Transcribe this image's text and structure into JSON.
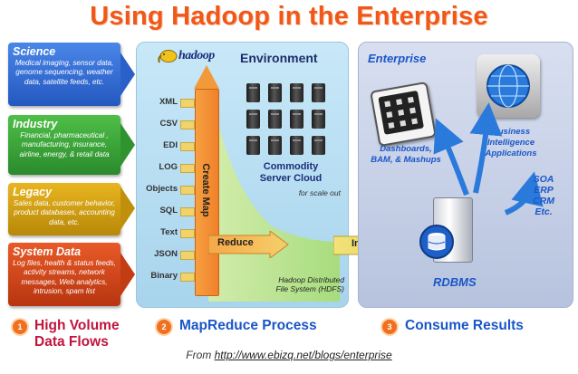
{
  "title": "Using Hadoop in the Enterprise",
  "sources": [
    {
      "heading": "Science",
      "body": "Medical imaging, sensor data, genome sequencing, weather data, satellite feeds, etc."
    },
    {
      "heading": "Industry",
      "body": "Financial, pharmaceutical , manufacturing, insurance, airline, energy, & retail data"
    },
    {
      "heading": "Legacy",
      "body": "Sales data, customer behavior, product databases, accounting data, etc."
    },
    {
      "heading": "System Data",
      "body": "Log files, health & status feeds, activity streams, network messages, Web analytics, intrusion, spam list"
    }
  ],
  "hadoop": {
    "logo": "hadoop",
    "environment": "Environment",
    "inputs": [
      "XML",
      "CSV",
      "EDI",
      "LOG",
      "Objects",
      "SQL",
      "Text",
      "JSON",
      "Binary"
    ],
    "create_map": "Create Map",
    "reduce": "Reduce",
    "cloud_title": "Commodity\nServer Cloud",
    "cloud_sub": "for scale out",
    "hdfs": "Hadoop Distributed\nFile System (HDFS)"
  },
  "import": "Import",
  "enterprise": {
    "title": "Enterprise",
    "dashboards": "Dashboards,\nBAM, & Mashups",
    "bi": "Business\nIntelligence\nApplications",
    "rdbms": "RDBMS",
    "apps": "SOA\nERP\nCRM\nEtc."
  },
  "steps": [
    {
      "num": "1",
      "label": "High Volume\nData Flows"
    },
    {
      "num": "2",
      "label": "MapReduce Process"
    },
    {
      "num": "3",
      "label": "Consume Results"
    }
  ],
  "footer": {
    "prefix": "From ",
    "link": "http://www.ebizq.net/blogs/enterprise"
  },
  "colors": {
    "title": "#f0571a",
    "science": "#2e6fd8",
    "industry": "#3aa63a",
    "legacy": "#d7a20f",
    "system": "#d9461c",
    "hadoop_panel": "#bfe2f4",
    "enterprise_panel": "#c7d0e6",
    "blue_text": "#1a56c8",
    "step1": "#c0143c"
  }
}
